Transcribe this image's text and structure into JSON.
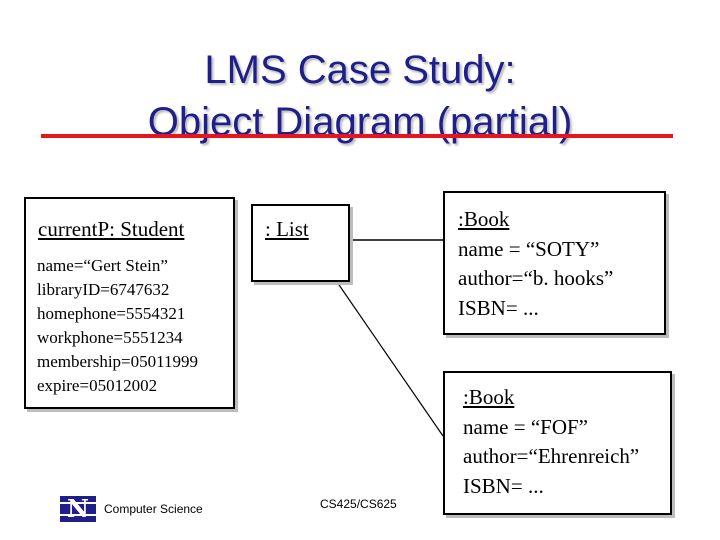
{
  "title": {
    "line1": "LMS Case Study:",
    "line2": "Object Diagram (partial)"
  },
  "colors": {
    "title": "#1f1f8c",
    "rule": "#e8161c"
  },
  "objects": {
    "student": {
      "name": "currentP: Student",
      "attributes": [
        "name=“Gert Stein”",
        "libraryID=6747632",
        "homephone=5554321",
        "workphone=5551234",
        "membership=05011999",
        "expire=05012002"
      ]
    },
    "list": {
      "name": ": List"
    },
    "book1": {
      "name": ":Book",
      "attributes": [
        "name = “SOTY”",
        "author=“b. hooks”",
        "ISBN= ..."
      ]
    },
    "book2": {
      "name": ":Book",
      "attributes": [
        "name = “FOF”",
        "author=“Ehrenreich”",
        "ISBN= ..."
      ]
    }
  },
  "footer": {
    "logo_letter": "N",
    "left_text": "Computer Science",
    "center_text": "CS425/CS625"
  }
}
